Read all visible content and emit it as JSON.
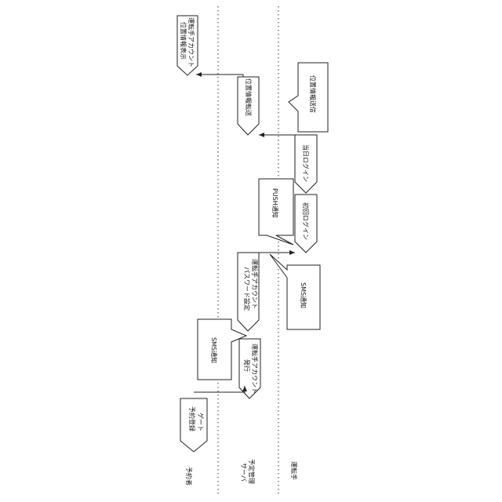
{
  "lanes": {
    "customer": "予約者",
    "server": [
      "予定管理",
      "サーバ"
    ],
    "driver": "運転手"
  },
  "steps": {
    "gate_registration": [
      "ゲート",
      "予約登録"
    ],
    "driver_account_issue": [
      "運転手アカウント",
      "発行"
    ],
    "sms_notice_customer": "SMS通知",
    "driver_password_setting": [
      "運転手アカウント",
      "パスワード設定"
    ],
    "sms_notice_driver": "SMS通知",
    "first_login": "初回ログイン",
    "push_notice": "PUSH通知",
    "day_login": "当日ログイン",
    "location_send": "位置情報送信",
    "location_relay": "位置情報転送",
    "driver_location_display": [
      "運転手アカウント",
      "位置情報表示"
    ]
  }
}
